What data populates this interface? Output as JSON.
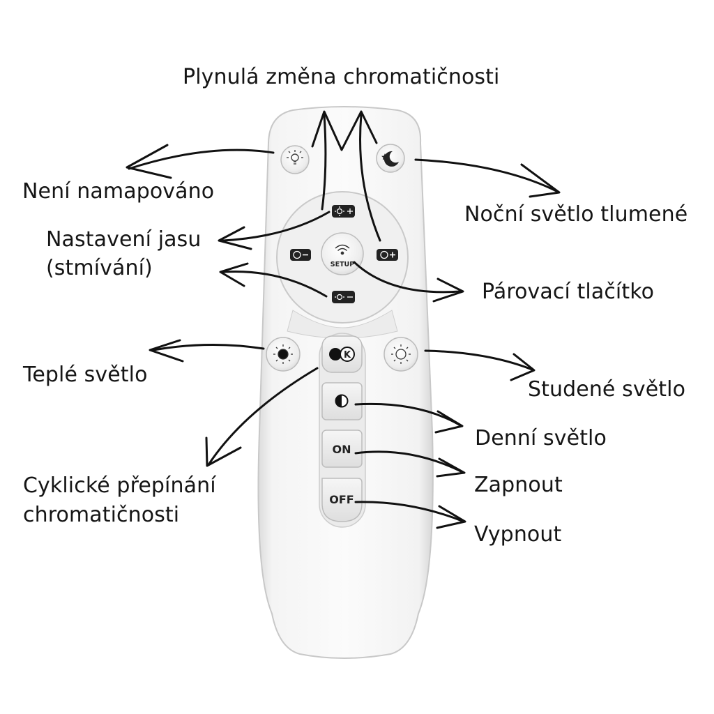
{
  "labels": {
    "top": "Plynulá změna chromatičnosti",
    "unmapped": "Není namapováno",
    "night": "Noční světlo tlumené",
    "brightness_line1": "Nastavení jasu",
    "brightness_line2": "(stmívání)",
    "pairing": "Párovací tlačítko",
    "warm": "Teplé světlo",
    "cold": "Studené světlo",
    "daylight": "Denní světlo",
    "on": "Zapnout",
    "cycle_line1": "Cyklické přepínání",
    "cycle_line2": "chromatičnosti",
    "off": "Vypnout"
  },
  "buttons": {
    "setup": "SETUP",
    "on": "ON",
    "off": "OFF",
    "k": "K"
  }
}
